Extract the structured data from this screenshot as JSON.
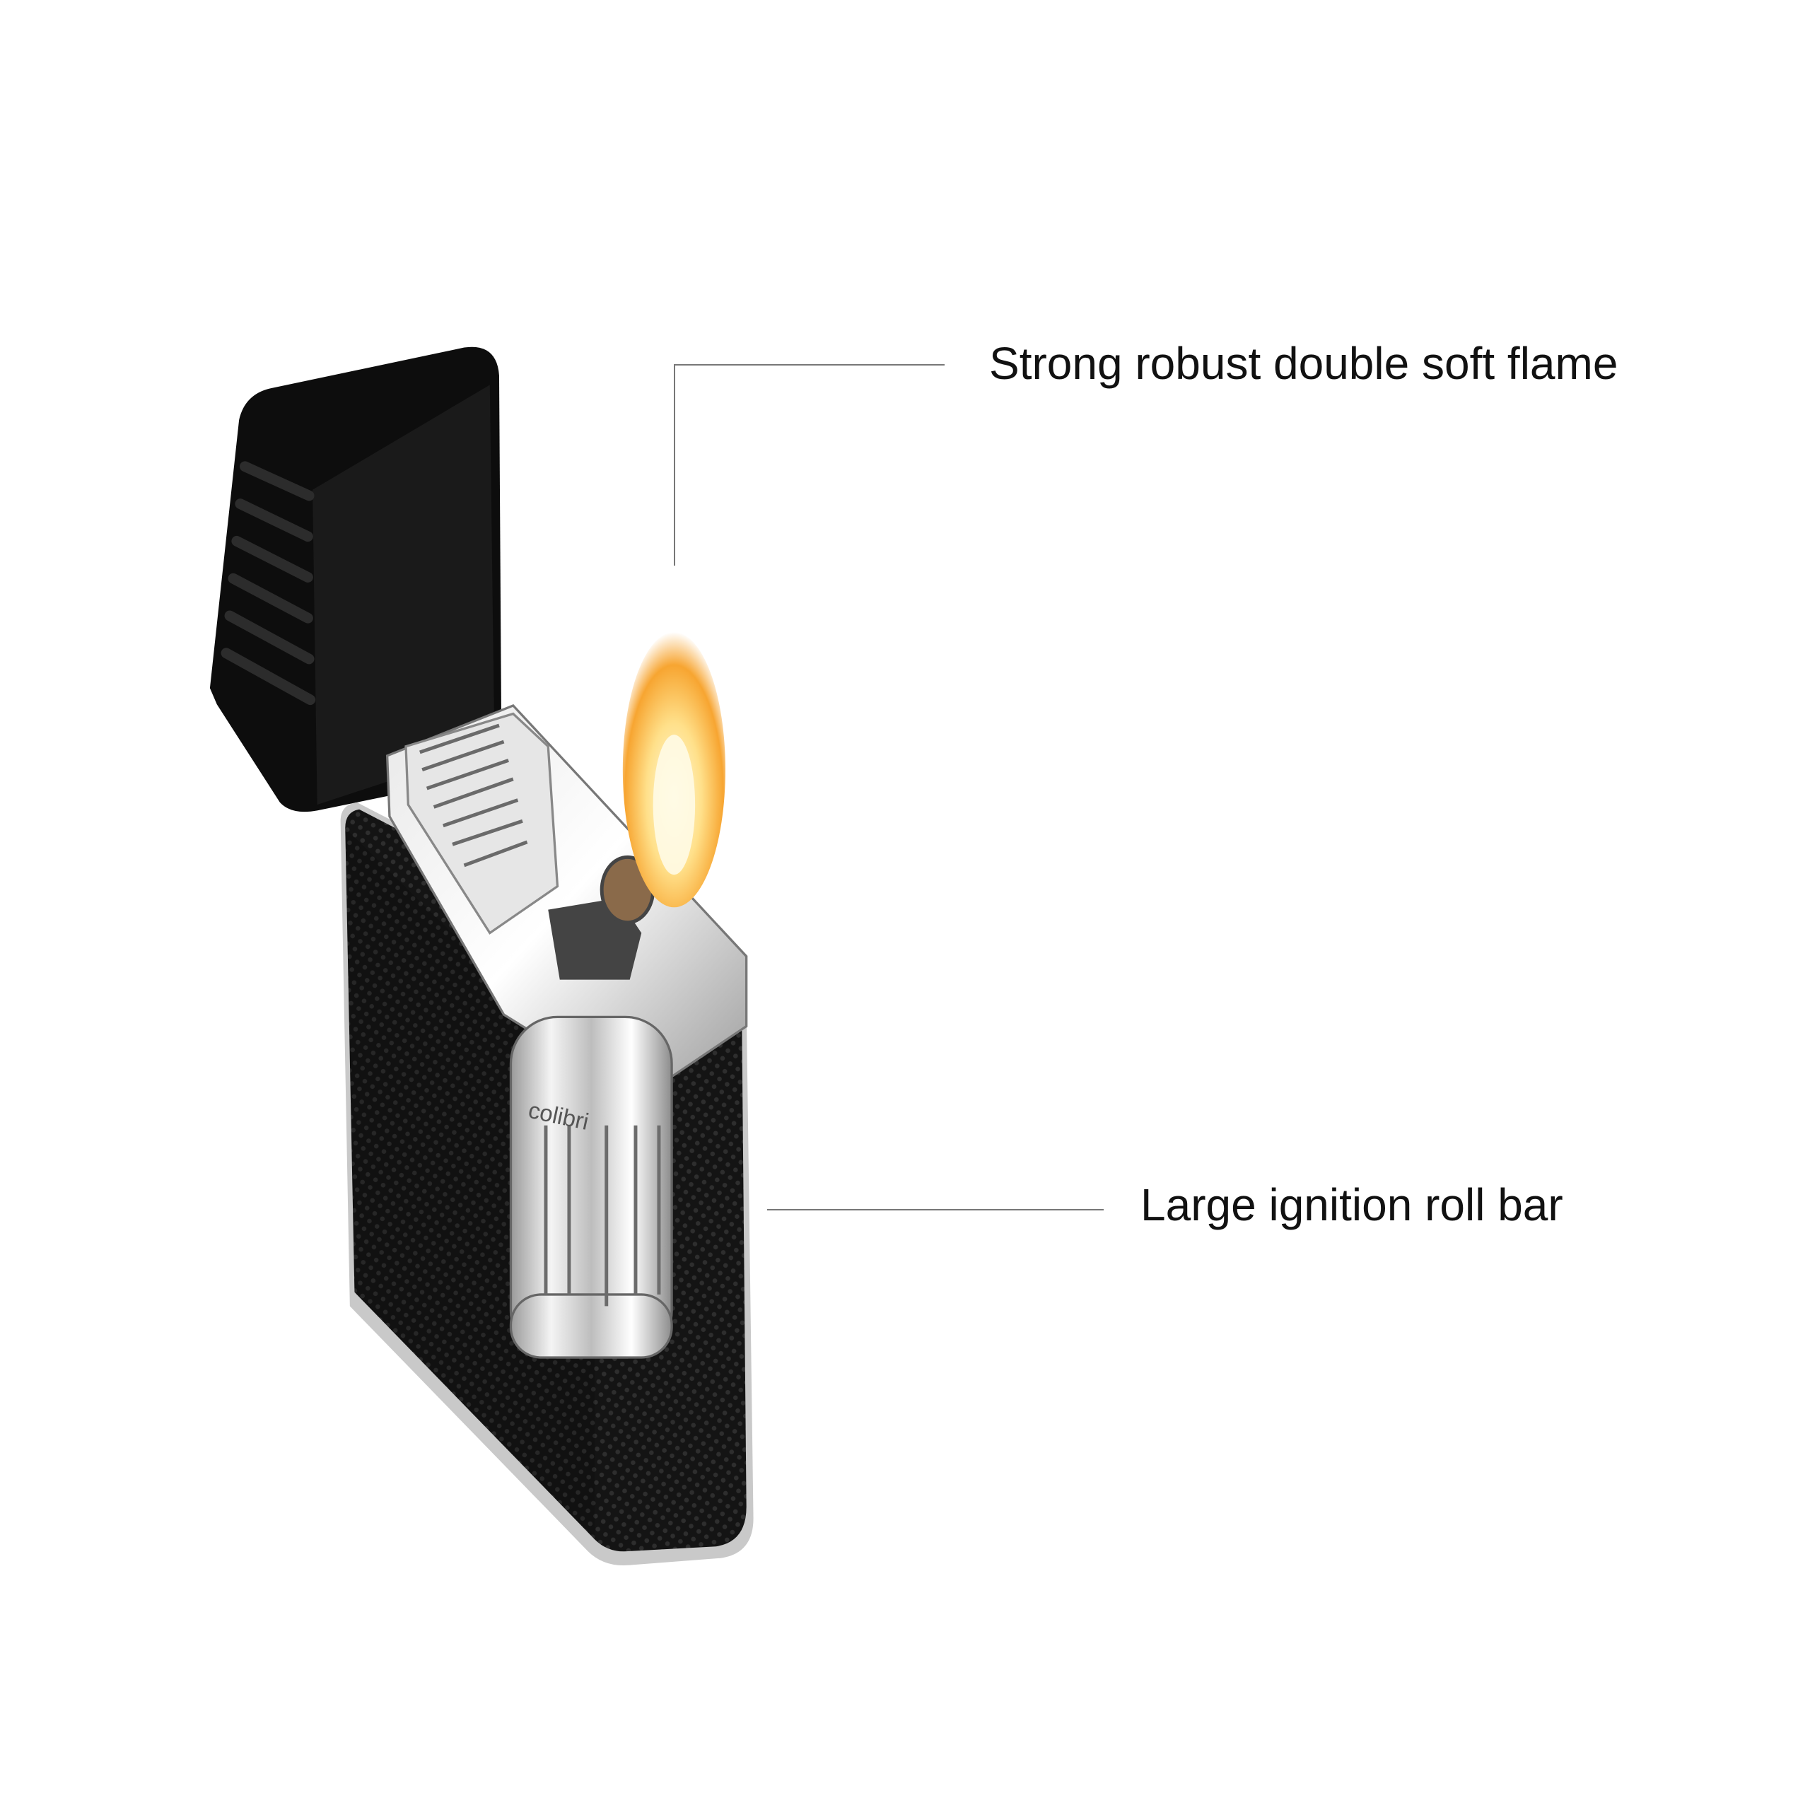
{
  "callouts": {
    "flame": "Strong robust double soft flame",
    "roll_bar": "Large ignition roll bar"
  },
  "product": {
    "brand_engraving": "colibri"
  },
  "colors": {
    "body": "#111111",
    "chrome": "#d8d8d8",
    "flame_core": "#fff6c8",
    "flame_outer": "#f7a531",
    "leader_line": "#777777"
  }
}
